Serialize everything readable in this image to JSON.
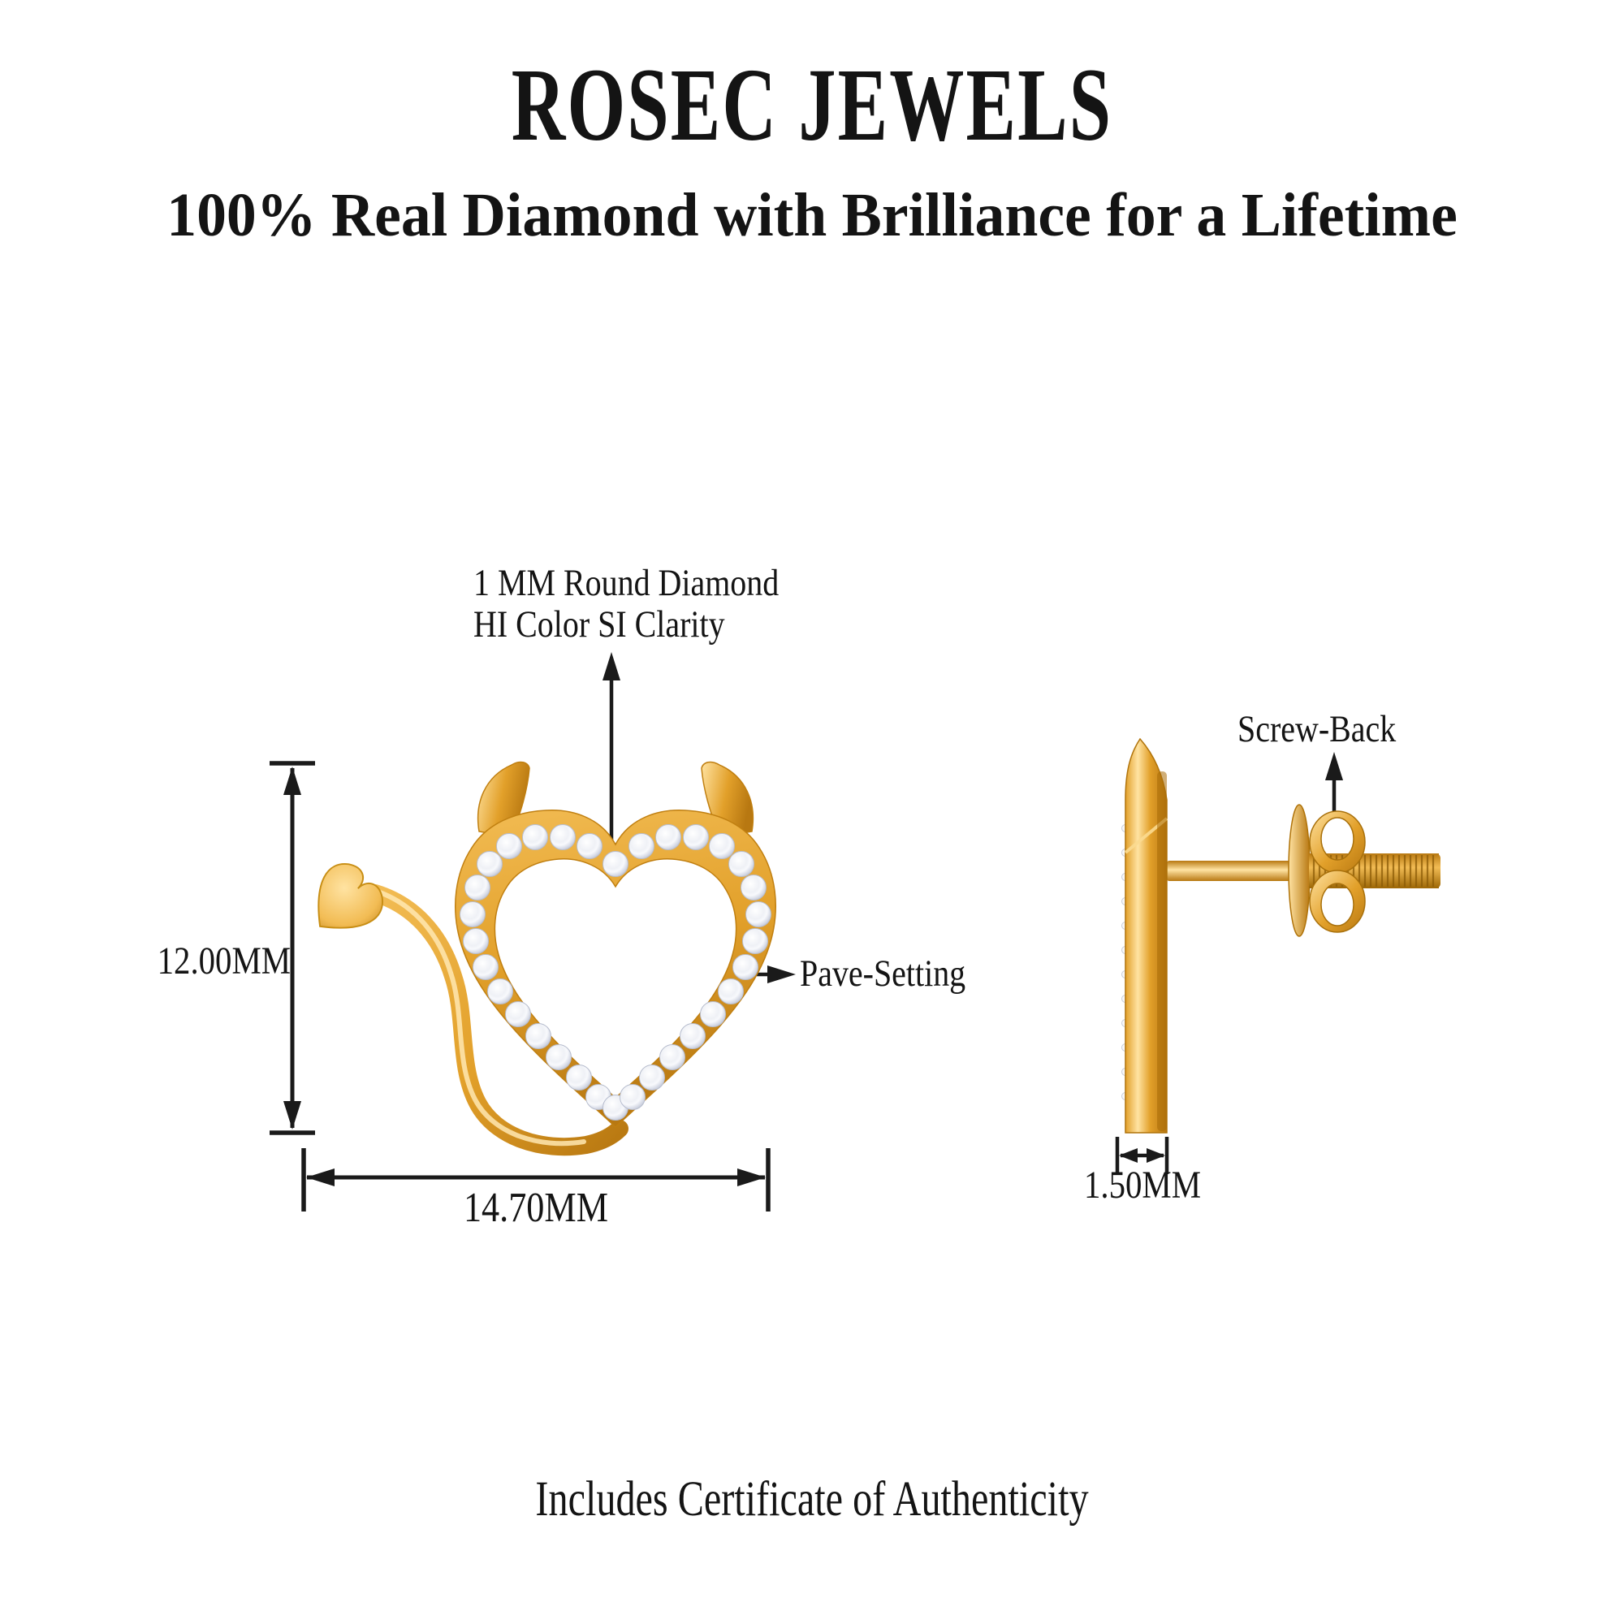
{
  "header": {
    "brand": "ROSEC JEWELS",
    "tagline": "100% Real Diamond with Brilliance for a Lifetime"
  },
  "front_view": {
    "name": "Devil heart stud earring - front view",
    "annotation_diamond_line1": "1 MM Round Diamond",
    "annotation_diamond_line2": "HI Color SI Clarity",
    "annotation_pave": "Pave-Setting",
    "dim_height": "12.00MM",
    "dim_width": "14.70MM"
  },
  "side_view": {
    "name": "Devil heart stud earring - side view",
    "annotation_screwback": "Screw-Back",
    "dim_thickness": "1.50MM"
  },
  "footer": {
    "note": "Includes Certificate of Authenticity"
  },
  "colors": {
    "background": "#ffffff",
    "ink": "#141414",
    "gold_light": "#FFE3A2",
    "gold": "#F2BC54",
    "gold_mid": "#E2A02A",
    "gold_dark": "#B87811",
    "gold_deep": "#9C6605",
    "diamond_light": "#FFFFFF",
    "diamond": "#EFF1F6",
    "diamond_shadow": "#B7BDCE"
  }
}
